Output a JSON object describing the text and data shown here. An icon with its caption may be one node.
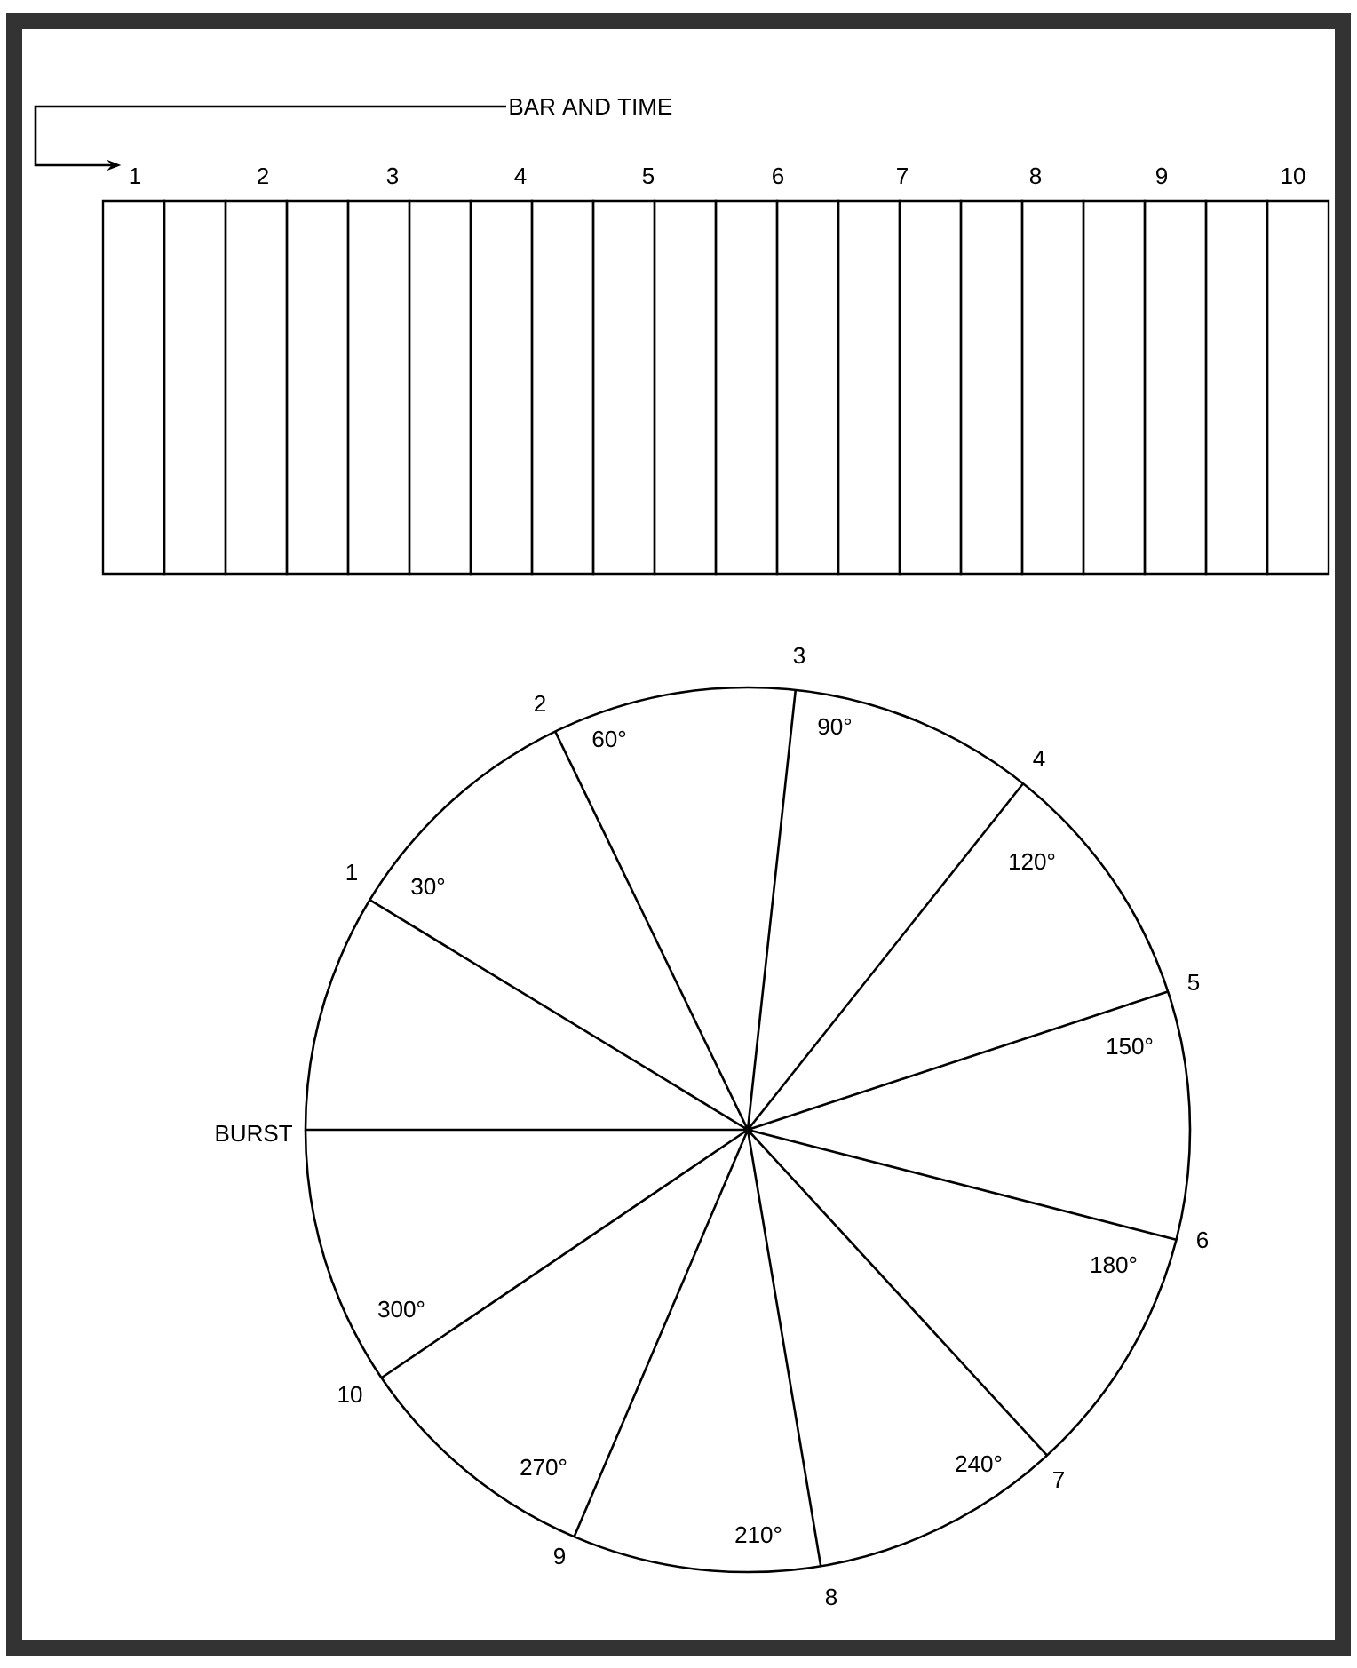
{
  "diagram": {
    "nodes": [
      {
        "text": [
          "BAR AND TIME"
        ]
      },
      {
        "text": [
          "1"
        ]
      }
    ],
    "edges": [
      {
        "from": 0,
        "to": 1,
        "arrow": "to"
      }
    ],
    "labels": [
      "2",
      "3",
      "4",
      "5",
      "6",
      "7",
      "8",
      "9",
      "10",
      "3",
      "2",
      "90°",
      "60°",
      "4",
      "120°",
      "1",
      "30°",
      "5",
      "150°",
      "BURST",
      "6",
      "180°",
      "300°",
      "10",
      "240°",
      "7",
      "270°",
      "210°",
      "9",
      "8"
    ]
  }
}
